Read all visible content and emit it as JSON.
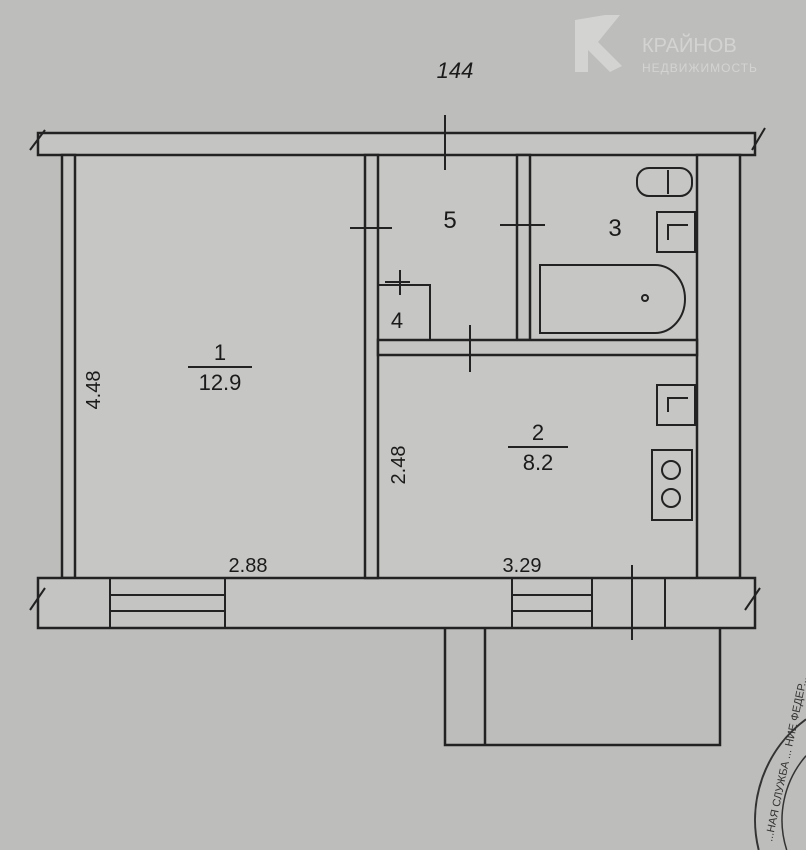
{
  "plan": {
    "top_label": "144",
    "rooms": [
      {
        "number": "1",
        "area": "12.9"
      },
      {
        "number": "2",
        "area": "8.2"
      },
      {
        "number": "3"
      },
      {
        "number": "4"
      },
      {
        "number": "5"
      }
    ],
    "dimensions": {
      "room1_height": "4.48",
      "room2_height": "2.48",
      "room1_width": "2.88",
      "room2_width": "3.29"
    }
  },
  "watermark": {
    "brand": "КРАЙНОВ",
    "subtitle": "НЕДВИЖИМОСТЬ"
  },
  "stamp": {
    "text": "...НАЯ СЛУЖБА ... НИЕ ФЕДЕР..."
  }
}
